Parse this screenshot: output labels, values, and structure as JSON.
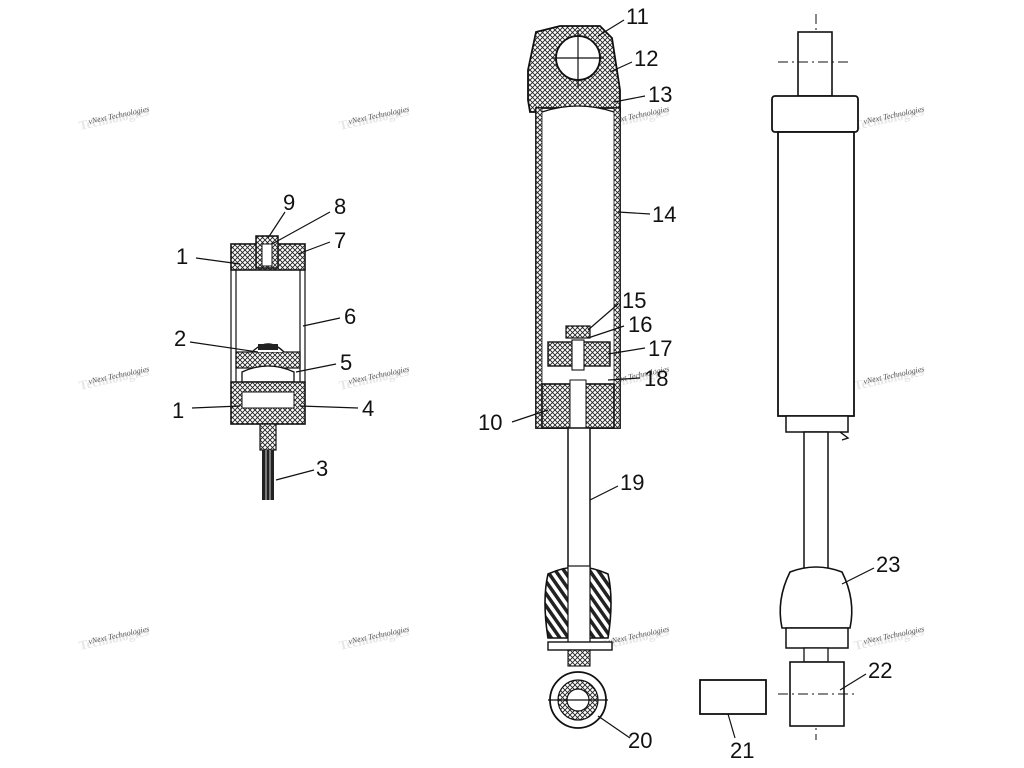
{
  "watermark": {
    "text": "vNext Technologies"
  },
  "callouts": {
    "c1": "1",
    "c1b": "1",
    "c2": "2",
    "c3": "3",
    "c4": "4",
    "c5": "5",
    "c6": "6",
    "c7": "7",
    "c8": "8",
    "c9": "9",
    "c10": "10",
    "c11": "11",
    "c12": "12",
    "c13": "13",
    "c14": "14",
    "c15": "15",
    "c16": "16",
    "c17": "17",
    "c18": "18",
    "c19": "19",
    "c20": "20",
    "c21": "21",
    "c22": "22",
    "c23": "23"
  },
  "parts": [
    "reservoir",
    "reservoir-hose",
    "main-shock-body",
    "piston-rod",
    "eyelet-bushing",
    "bushing-sleeve",
    "assembled-shock"
  ]
}
